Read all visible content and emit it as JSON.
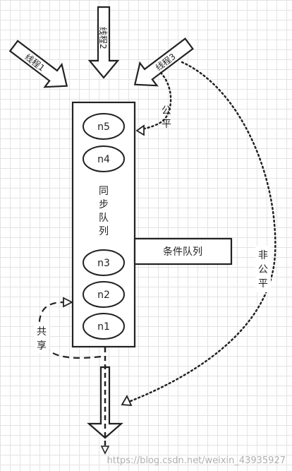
{
  "threads": [
    {
      "label": "线程1"
    },
    {
      "label": "线程2"
    },
    {
      "label": "线程3"
    }
  ],
  "sync_queue": {
    "chars": [
      "同",
      "步",
      "队",
      "列"
    ],
    "nodes": [
      "n5",
      "n4",
      "n3",
      "n2",
      "n1"
    ]
  },
  "condition_queue": {
    "label": "条件队列"
  },
  "fair": {
    "chars": [
      "公",
      "平"
    ]
  },
  "unfair": {
    "chars": [
      "非",
      "公",
      "平"
    ]
  },
  "shared": {
    "chars": [
      "共",
      "享"
    ]
  },
  "watermark": "https://blog.csdn.net/weixin_43935927"
}
